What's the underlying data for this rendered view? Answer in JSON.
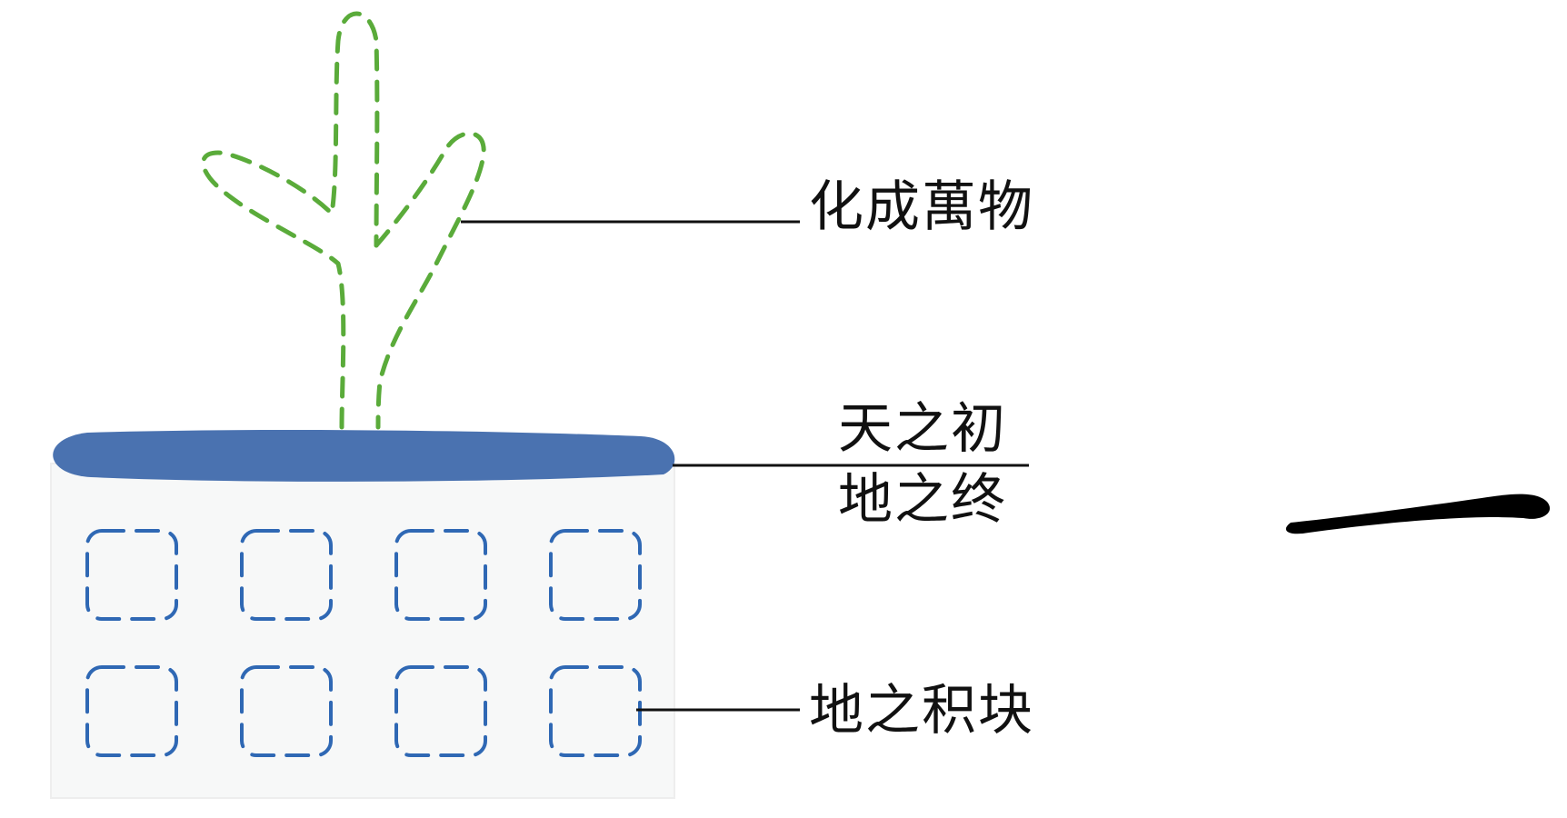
{
  "diagram": {
    "labels": {
      "plant": "化成萬物",
      "surface_top": "天之初",
      "surface_bottom": "地之终",
      "blocks": "地之积块"
    },
    "glyph": "一",
    "colors": {
      "plant": "#5aab3a",
      "surface": "#4a72b0",
      "block_outline": "#2f68b4",
      "ground_fill": "#f7f8f8",
      "line": "#111111",
      "text": "#111111",
      "glyph": "#000000"
    },
    "grid": {
      "rows": 2,
      "cols": 4
    }
  }
}
